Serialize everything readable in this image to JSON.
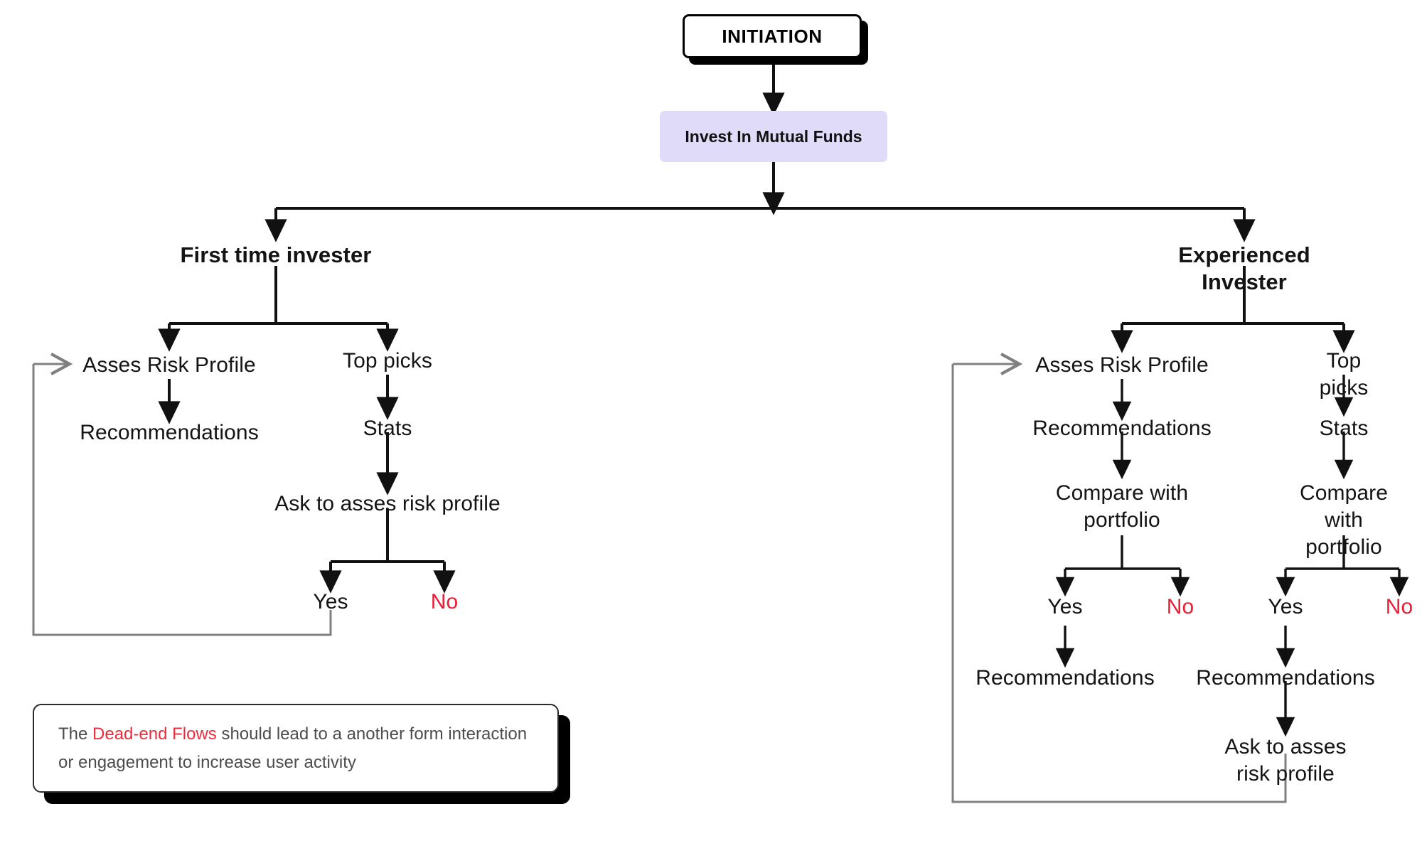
{
  "diagram": {
    "title": "Mutual Funds Investment Flow",
    "colors": {
      "accent_lavender": "#DFDBF8",
      "alert_red": "#EC1C34",
      "note_highlight_red": "#EE2B3C",
      "line_black": "#111111",
      "line_gray": "#808080",
      "text_dark": "#141414",
      "note_text_gray": "#4C4C4C"
    },
    "start": {
      "label": "INITIATION"
    },
    "entry": {
      "label": "Invest In Mutual Funds"
    },
    "branches": {
      "left": {
        "heading": "First time invester",
        "col_a": {
          "step1": "Asses Risk Profile",
          "step2": "Recommendations"
        },
        "col_b": {
          "step1": "Top picks",
          "step2": "Stats",
          "step3": "Ask to asses risk profile",
          "decision_yes": "Yes",
          "decision_no": "No"
        }
      },
      "right": {
        "heading": "Experienced Invester",
        "col_a": {
          "step1": "Asses Risk Profile",
          "step2": "Recommendations",
          "step3": "Compare with\nportfolio",
          "decision_yes": "Yes",
          "decision_no": "No",
          "step4": "Recommendations"
        },
        "col_b": {
          "step1": "Top picks",
          "step2": "Stats",
          "step3": "Compare with\nportfolio",
          "decision_yes": "Yes",
          "decision_no": "No",
          "step4": "Recommendations",
          "step5": "Ask to asses risk profile"
        }
      }
    },
    "note": {
      "prefix": "The ",
      "highlight": "Dead-end Flows",
      "suffix": " should lead to a another form interaction or engagement to increase user activity"
    }
  }
}
